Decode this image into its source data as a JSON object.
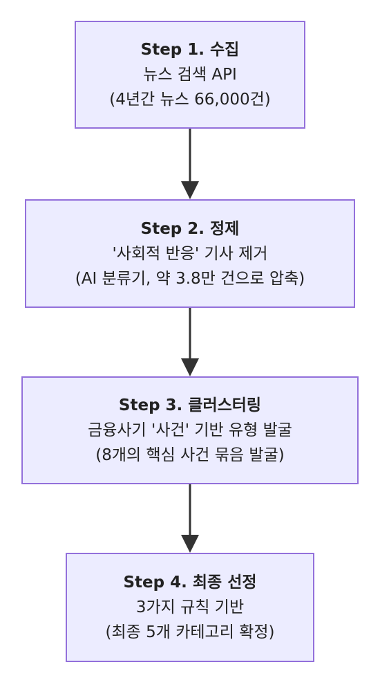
{
  "steps": [
    {
      "title": "Step 1. 수집",
      "line2": "뉴스 검색 API",
      "line3": "(4년간 뉴스 66,000건)"
    },
    {
      "title": "Step 2. 정제",
      "line2": "'사회적 반응' 기사 제거",
      "line3": "(AI 분류기, 약 3.8만 건으로 압축)"
    },
    {
      "title": "Step 3. 클러스터링",
      "line2": "금융사기 '사건' 기반 유형 발굴",
      "line3": "(8개의 핵심 사건 묶음 발굴)"
    },
    {
      "title": "Step 4. 최종 선정",
      "line2": "3가지 규칙 기반",
      "line3": "(최종 5개 카테고리 확정)"
    }
  ],
  "colors": {
    "node_fill": "#ececff",
    "node_border": "#9370db",
    "edge": "#333333",
    "text": "#222222"
  }
}
